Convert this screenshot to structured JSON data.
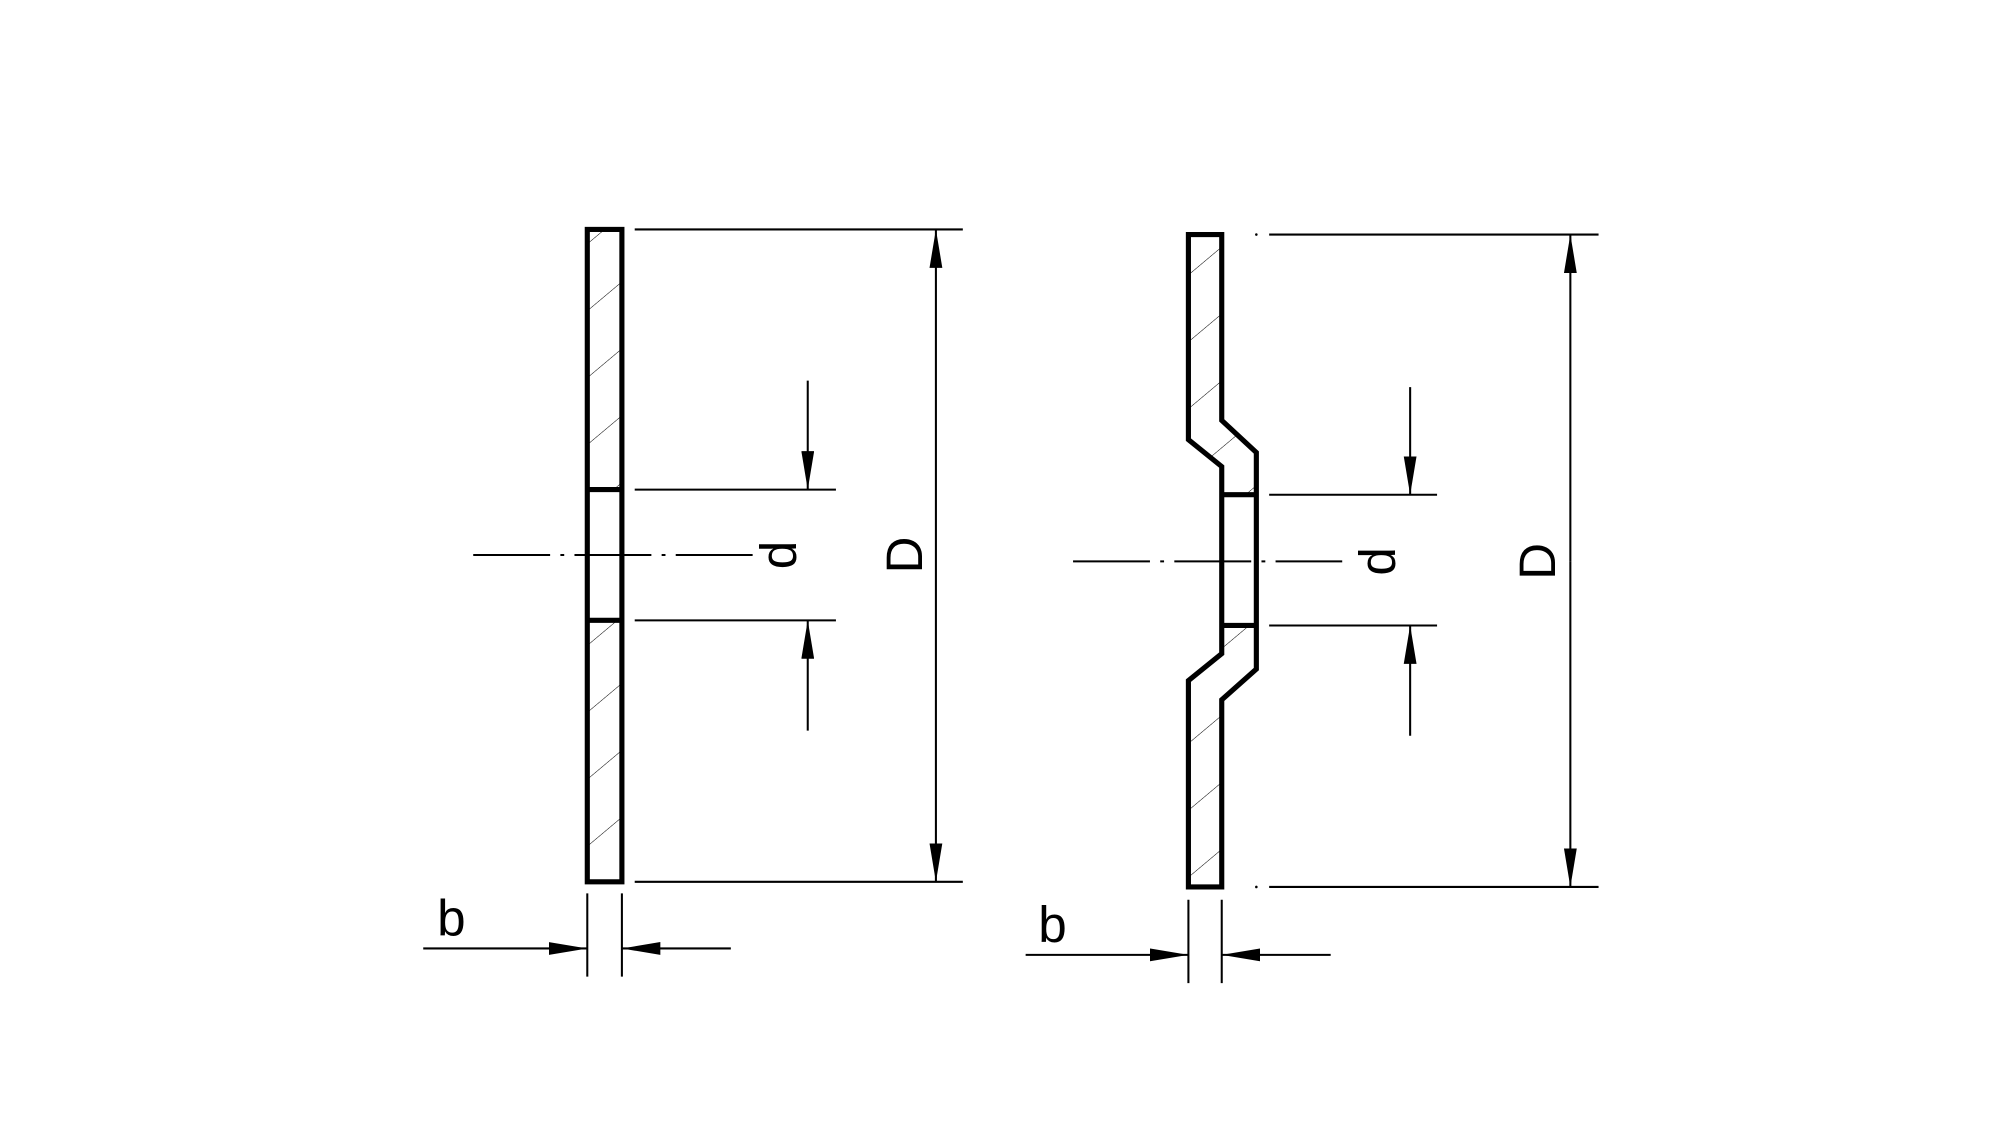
{
  "figures": [
    {
      "name": "flat-washer",
      "labels": {
        "thickness": "b",
        "inner_diameter": "d",
        "outer_diameter": "D"
      }
    },
    {
      "name": "offset-washer",
      "labels": {
        "thickness": "b",
        "inner_diameter": "d",
        "outer_diameter": "D"
      }
    }
  ],
  "colors": {
    "line": "#000000",
    "background": "#ffffff"
  }
}
